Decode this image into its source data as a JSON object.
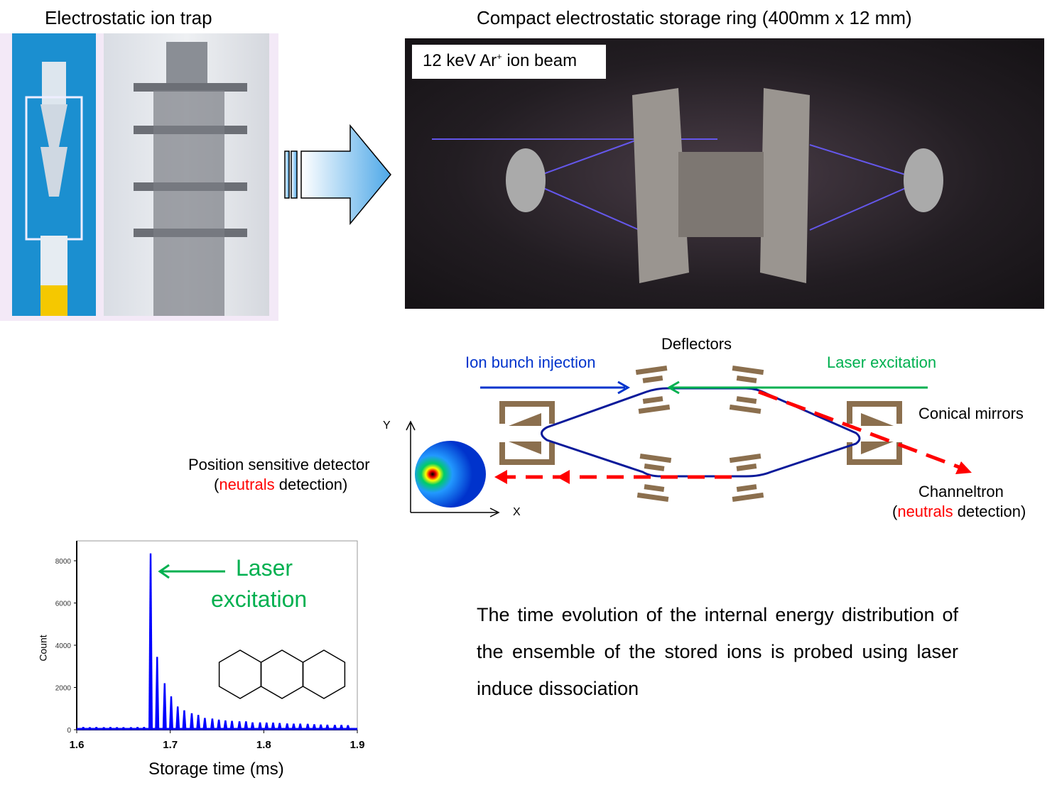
{
  "titles": {
    "trap": "Electrostatic ion trap",
    "ring": "Compact electrostatic storage ring (400mm x 12 mm)"
  },
  "photo_label": {
    "prefix": "12 keV Ar",
    "sup": "+",
    "suffix": " ion beam"
  },
  "diagram": {
    "deflectors": "Deflectors",
    "injection": "Ion bunch injection",
    "laser": "Laser excitation",
    "mirrors": "Conical mirrors",
    "channeltron": "Channeltron",
    "channeltron_sub": {
      "open": "(",
      "red": "neutrals",
      "rest": " detection)"
    },
    "psd": "Position sensitive detector",
    "psd_sub": {
      "open": "(",
      "red": "neutrals",
      "rest": " detection)"
    },
    "axis_x": "X",
    "axis_y": "Y",
    "colors": {
      "ion": "#0033cc",
      "laser": "#00b050",
      "neutral": "#ff0000",
      "electrode": "#8b6f4e"
    }
  },
  "chart_data": {
    "type": "bar",
    "title": "",
    "xlabel": "Storage time (ms)",
    "ylabel": "Count",
    "xlim": [
      1.6,
      1.9
    ],
    "ylim": [
      0,
      8000
    ],
    "xticks": [
      "1.6",
      "1.7",
      "1.8",
      "1.9"
    ],
    "yticks": [
      "0",
      "2000",
      "4000",
      "6000",
      "8000"
    ],
    "annotation": {
      "line1": "Laser",
      "line2": "excitation"
    },
    "x": [
      1.607,
      1.614,
      1.621,
      1.629,
      1.636,
      1.643,
      1.65,
      1.658,
      1.665,
      1.672,
      1.679,
      1.686,
      1.694,
      1.701,
      1.708,
      1.715,
      1.723,
      1.73,
      1.737,
      1.745,
      1.752,
      1.759,
      1.766,
      1.774,
      1.781,
      1.788,
      1.796,
      1.803,
      1.81,
      1.817,
      1.825,
      1.832,
      1.839,
      1.847,
      1.854,
      1.861,
      1.868,
      1.876,
      1.883,
      1.89
    ],
    "values": [
      130,
      120,
      130,
      120,
      130,
      120,
      120,
      120,
      130,
      130,
      8350,
      3450,
      2200,
      1580,
      1100,
      920,
      780,
      700,
      560,
      530,
      480,
      440,
      420,
      400,
      400,
      350,
      350,
      340,
      340,
      320,
      300,
      290,
      290,
      280,
      260,
      250,
      240,
      230,
      230,
      220
    ],
    "color": "#0000ff"
  },
  "body_text": "The time evolution of the internal energy distribution of the ensemble of the stored ions is probed using laser induce dissociation"
}
